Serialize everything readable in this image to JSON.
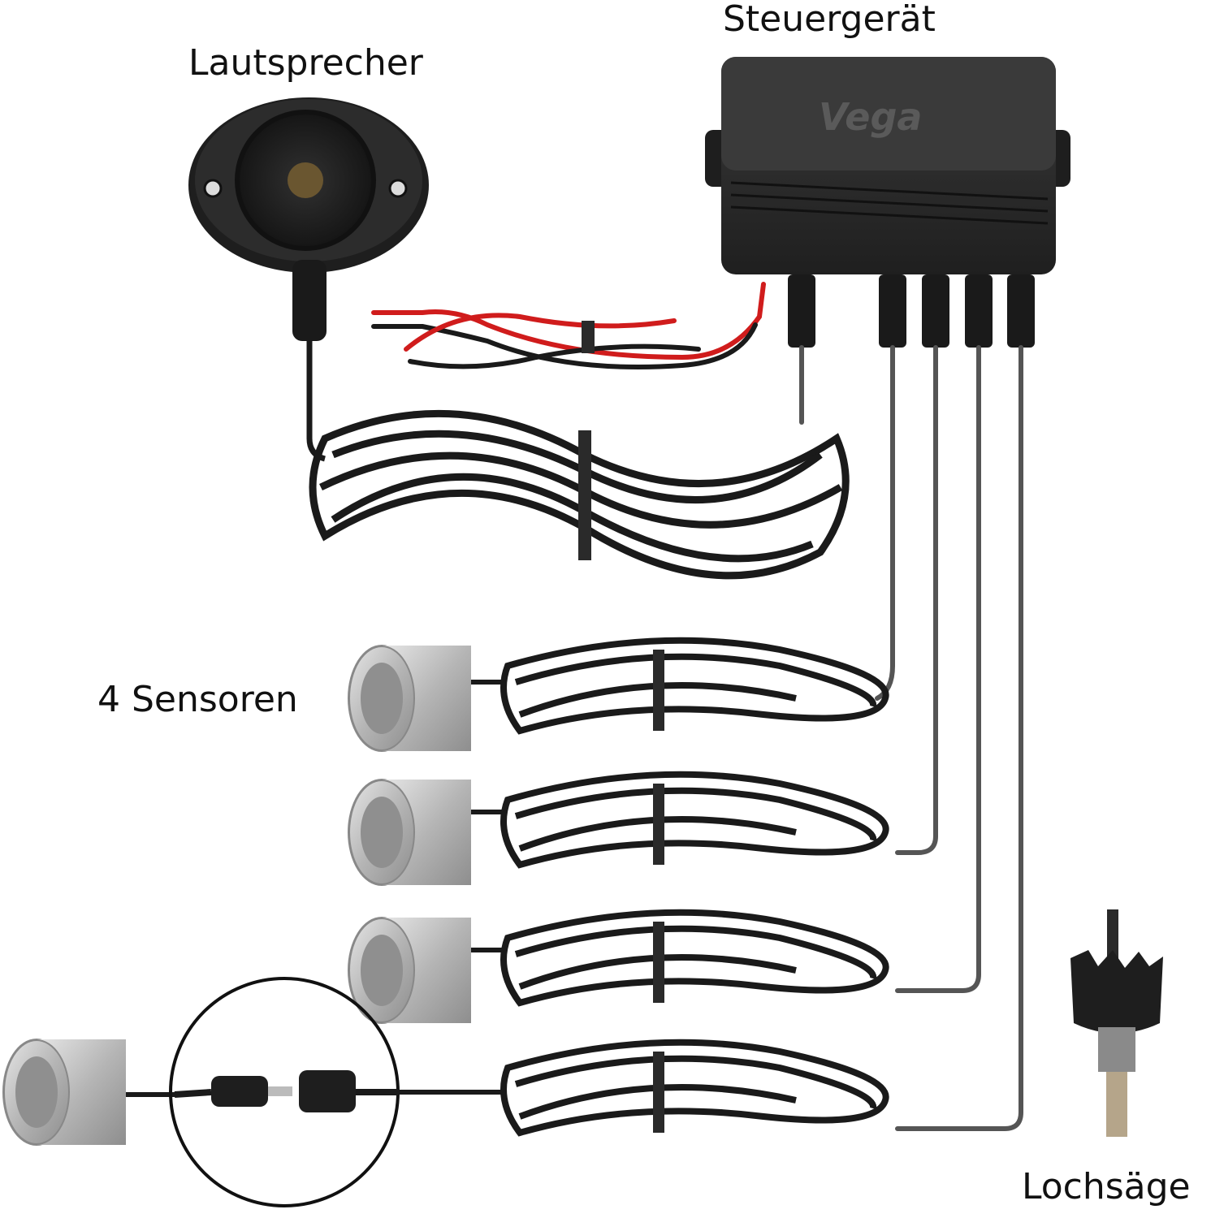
{
  "labels": {
    "speaker": "Lautsprecher",
    "control_unit": "Steuergerät",
    "sensors": "4 Sensoren",
    "hole_saw": "Lochsäge"
  },
  "control_unit_brand": "Vega",
  "colors": {
    "background": "#ffffff",
    "text": "#111111",
    "housing": "#2b2b2b",
    "cable": "#1a1a1a",
    "sensor_silver": "#b9b9b9",
    "power_red": "#d01c1c"
  }
}
